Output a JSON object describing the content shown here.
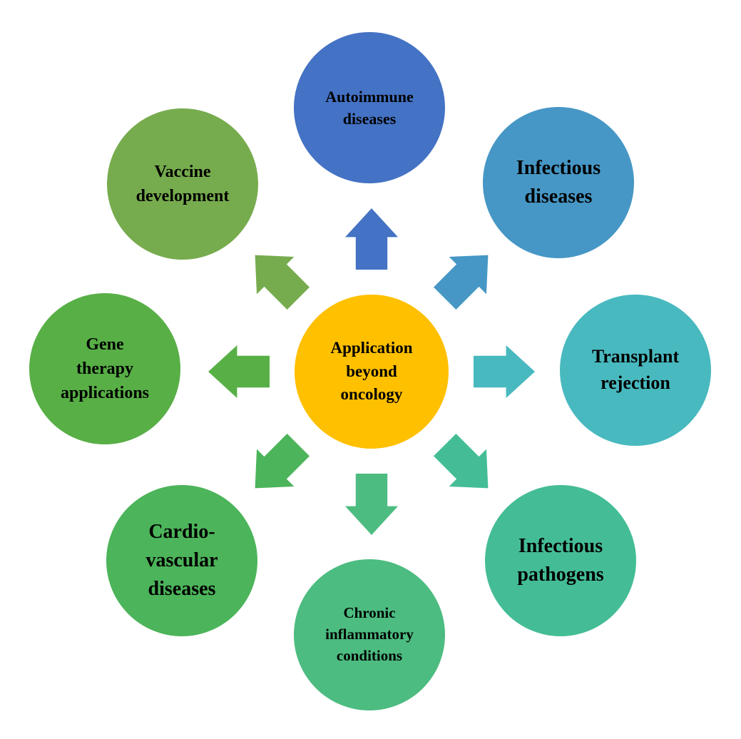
{
  "diagram": {
    "title": "Application beyond oncology",
    "text_color": "#000000",
    "background_color": "#ffffff"
  },
  "center": {
    "label": "Application beyond oncology",
    "lines": [
      "Application",
      "beyond",
      "oncology"
    ],
    "color": "#FFC000"
  },
  "nodes": [
    {
      "id": "autoimmune-diseases",
      "label": "Autoimmune diseases",
      "lines": [
        "Autoimmune",
        "diseases"
      ],
      "color": "#4472C4",
      "position": "top"
    },
    {
      "id": "infectious-diseases",
      "label": "Infectious diseases",
      "lines": [
        "Infectious",
        "diseases"
      ],
      "color": "#4697C5",
      "position": "top-right"
    },
    {
      "id": "transplant-rejection",
      "label": "Transplant rejection",
      "lines": [
        "Transplant",
        "rejection"
      ],
      "color": "#48B9BF",
      "position": "right"
    },
    {
      "id": "infectious-pathogens",
      "label": "Infectious pathogens",
      "lines": [
        "Infectious",
        "pathogens"
      ],
      "color": "#44BD96",
      "position": "bottom-right"
    },
    {
      "id": "chronic-inflammatory-conditions",
      "label": "Chronic inflammatory conditions",
      "lines": [
        "Chronic",
        "inflammatory",
        "conditions"
      ],
      "color": "#4CBC80",
      "position": "bottom"
    },
    {
      "id": "cardiovascular-diseases",
      "label": "Cardio-vascular diseases",
      "lines": [
        "Cardio-",
        "vascular",
        "diseases"
      ],
      "color": "#4CB45A",
      "position": "bottom-left"
    },
    {
      "id": "gene-therapy-applications",
      "label": "Gene therapy applications",
      "lines": [
        "Gene",
        "therapy",
        "applications"
      ],
      "color": "#58AF46",
      "position": "left"
    },
    {
      "id": "vaccine-development",
      "label": "Vaccine development",
      "lines": [
        "Vaccine",
        "development"
      ],
      "color": "#77AC4E",
      "position": "top-left"
    }
  ],
  "arrows": [
    {
      "id": "arrow-up",
      "direction": "up",
      "color": "#4472C4"
    },
    {
      "id": "arrow-up-right",
      "direction": "up-right",
      "color": "#4697C5"
    },
    {
      "id": "arrow-right",
      "direction": "right",
      "color": "#48B9BF"
    },
    {
      "id": "arrow-down-right",
      "direction": "down-right",
      "color": "#44BD96"
    },
    {
      "id": "arrow-down",
      "direction": "down",
      "color": "#4CBC80"
    },
    {
      "id": "arrow-down-left",
      "direction": "down-left",
      "color": "#4CB45A"
    },
    {
      "id": "arrow-left",
      "direction": "left",
      "color": "#58AF46"
    },
    {
      "id": "arrow-up-left",
      "direction": "up-left",
      "color": "#77AC4E"
    }
  ]
}
